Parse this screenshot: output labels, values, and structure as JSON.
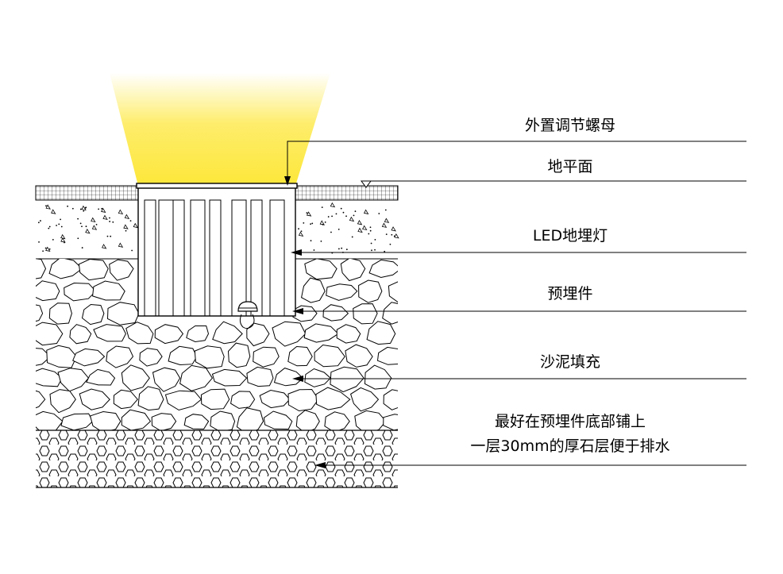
{
  "callouts": {
    "nut": "外置调节螺母",
    "ground": "地平面",
    "led_light": "LED地埋灯",
    "embedded_part": "预埋件",
    "sand_fill": "沙泥填充",
    "gravel_line1": "最好在预埋件底部铺上",
    "gravel_line2": "一层30mm的厚石层便于排水"
  },
  "colors": {
    "light_beam": "#fde73a",
    "line": "#000000",
    "background": "#ffffff"
  },
  "layers": [
    "paving-grid",
    "soil-speckled",
    "cobblestone",
    "hexagon-gravel"
  ]
}
